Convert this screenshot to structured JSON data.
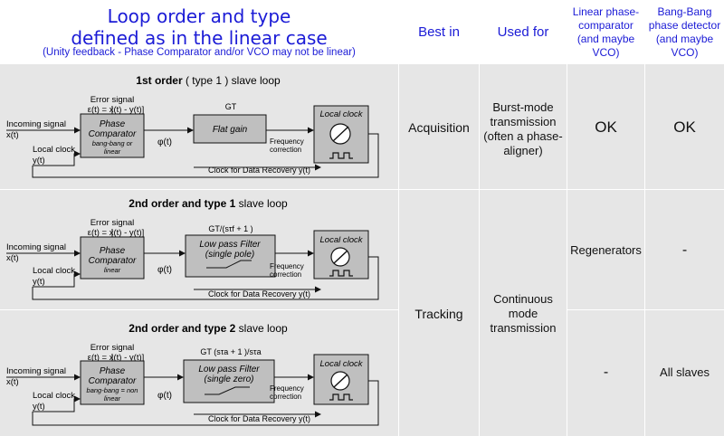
{
  "header": {
    "title_line1": "Loop order and type",
    "title_line2": "defined as in the linear case",
    "title_note": "(Unity feedback  - Phase Comparator and/or VCO may not be linear)",
    "col_best_in": "Best in",
    "col_used_for": "Used for",
    "col_linear": [
      "Linear phase-",
      "comparator",
      "(and maybe",
      "VCO)"
    ],
    "col_bangbang": [
      "Bang-Bang",
      "phase detector",
      "(and maybe",
      "VCO)"
    ]
  },
  "rows": [
    {
      "title_bold": "1st order",
      "title_rest": " ( type 1 ) slave loop",
      "error_label": "Error signal",
      "error_eq": "ε(t) = x(t) - y(t)]",
      "incoming": "Incoming signal",
      "x": "x(t)",
      "local_clock_label": "Local clock",
      "y": "y(t)",
      "comparator": [
        "Phase",
        "Comparator"
      ],
      "comparator_sub": [
        "bang-bang  or",
        "linear"
      ],
      "phi": "φ(t)",
      "gain_label": "GT",
      "filter": [
        "Flat gain"
      ],
      "freq_corr": [
        "Frequency",
        "correction"
      ],
      "clock_box": "Local clock",
      "recovery": "Clock for Data Recovery y(t)"
    },
    {
      "title_bold": "2nd order and type 1",
      "title_rest": "  slave loop",
      "error_label": "Error signal",
      "error_eq": "ε(t) = x(t) - y(t)]",
      "incoming": "Incoming signal",
      "x": "x(t)",
      "local_clock_label": "Local clock",
      "y": "y(t)",
      "comparator": [
        "Phase",
        "Comparator"
      ],
      "comparator_sub": [
        "linear"
      ],
      "phi": "φ(t)",
      "gain_label": "GT/(sτf + 1 )",
      "filter": [
        "Low pass Filter",
        "(single pole)"
      ],
      "freq_corr": [
        "Frequency",
        "correction"
      ],
      "clock_box": "Local clock",
      "recovery": "Clock for Data Recovery y(t)"
    },
    {
      "title_bold": "2nd order and type 2",
      "title_rest": "  slave loop",
      "error_label": "Error signal",
      "error_eq": "ε(t) = x(t) - y(t)]",
      "incoming": "Incoming signal",
      "x": "x(t)",
      "local_clock_label": "Local clock",
      "y": "y(t)",
      "comparator": [
        "Phase",
        "Comparator"
      ],
      "comparator_sub": [
        "bang-bang = non",
        "linear"
      ],
      "phi": "φ(t)",
      "gain_label": "GT (sτa + 1 )/sτa",
      "filter": [
        "Low pass Filter",
        "(single zero)"
      ],
      "freq_corr": [
        "Frequency",
        "correction"
      ],
      "clock_box": "Local clock",
      "recovery": "Clock for Data Recovery y(t)"
    }
  ],
  "best_in": {
    "acquisition": "Acquisition",
    "tracking": "Tracking"
  },
  "used_for": {
    "burst": [
      "Burst-mode",
      "transmission",
      "(often a phase-",
      "aligner)"
    ],
    "continuous": [
      "Continuous",
      "mode",
      "transmission"
    ]
  },
  "linear_col": {
    "row1": "OK",
    "row2": "Regenerators",
    "row3": "-"
  },
  "bangbang_col": {
    "row1": "OK",
    "row2": "-",
    "row3": "All  slaves"
  },
  "colors": {
    "cell_bg": "#e6e6e6",
    "block_bg": "#bfbfbf",
    "border": "#999999",
    "title_blue": "#1b1bd6"
  }
}
